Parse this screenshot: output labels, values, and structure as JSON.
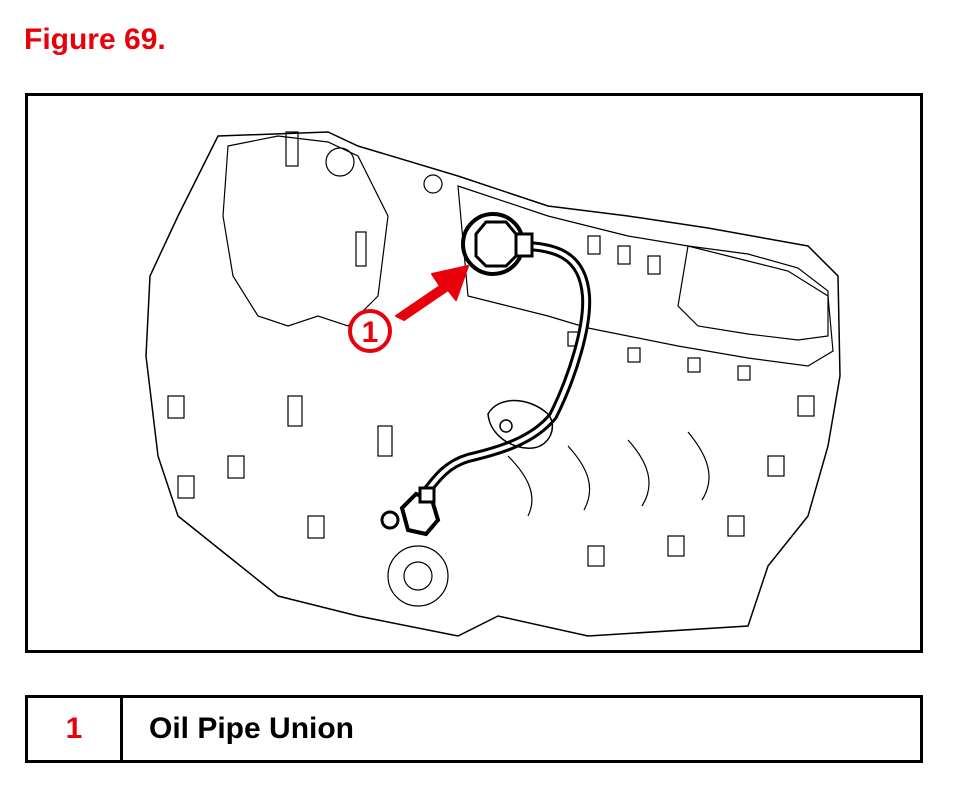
{
  "figure": {
    "title": "Figure 69.",
    "callout_number": "1",
    "accent_color": "#e8000b",
    "callout_icon": "arrow-icon"
  },
  "legend": {
    "rows": [
      {
        "number": "1",
        "label": "Oil Pipe Union"
      }
    ]
  }
}
